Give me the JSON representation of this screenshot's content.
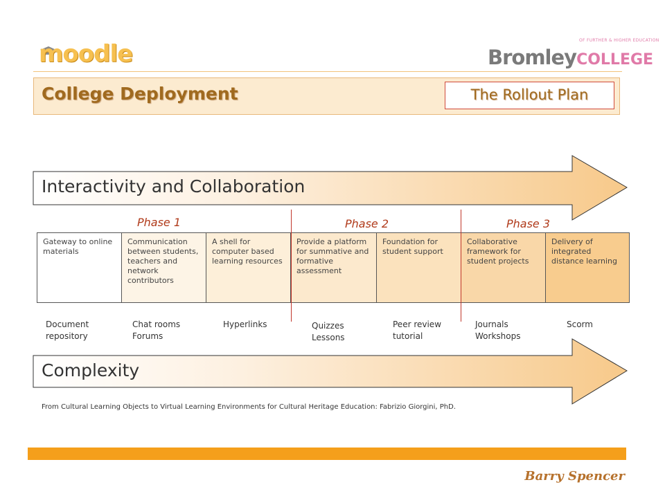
{
  "header": {
    "moodle_logo": "moodle",
    "college_name": "Bromley",
    "college_suffix": "COLLEGE",
    "college_tagline": "OF FURTHER & HIGHER EDUCATION"
  },
  "title_bar": {
    "title": "College Deployment",
    "subtitle": "The Rollout Plan"
  },
  "arrows": {
    "top_label": "Interactivity and Collaboration",
    "bottom_label": "Complexity"
  },
  "phases": [
    {
      "label": "Phase 1"
    },
    {
      "label": "Phase 2"
    },
    {
      "label": "Phase 3"
    }
  ],
  "columns": [
    {
      "text": "Gateway to online materials"
    },
    {
      "text": "Communication between students, teachers and network contributors"
    },
    {
      "text": "A shell for computer based learning resources"
    },
    {
      "text": "Provide a platform for summative and formative assessment"
    },
    {
      "text": "Foundation for student support"
    },
    {
      "text": "Collaborative framework for student projects"
    },
    {
      "text": "Delivery of integrated distance learning"
    }
  ],
  "tools": [
    {
      "text": "Document\nrepository"
    },
    {
      "text": "Chat rooms\nForums"
    },
    {
      "text": "Hyperlinks"
    },
    {
      "text": "Quizzes\nLessons"
    },
    {
      "text": "Peer review\n tutorial"
    },
    {
      "text": "Journals\nWorkshops"
    },
    {
      "text": "Scorm"
    }
  ],
  "citation": "From Cultural Learning Objects to Virtual Learning Environments for Cultural Heritage Education: Fabrizio Giorgini, PhD.",
  "author": "Barry Spencer",
  "colors": {
    "accent_orange": "#f59f1b",
    "title_brown": "#a06a1f",
    "phase_red": "#b03a1a",
    "arrow_fill_light": "#fdf0e0",
    "arrow_fill_dark": "#f7c98a"
  }
}
